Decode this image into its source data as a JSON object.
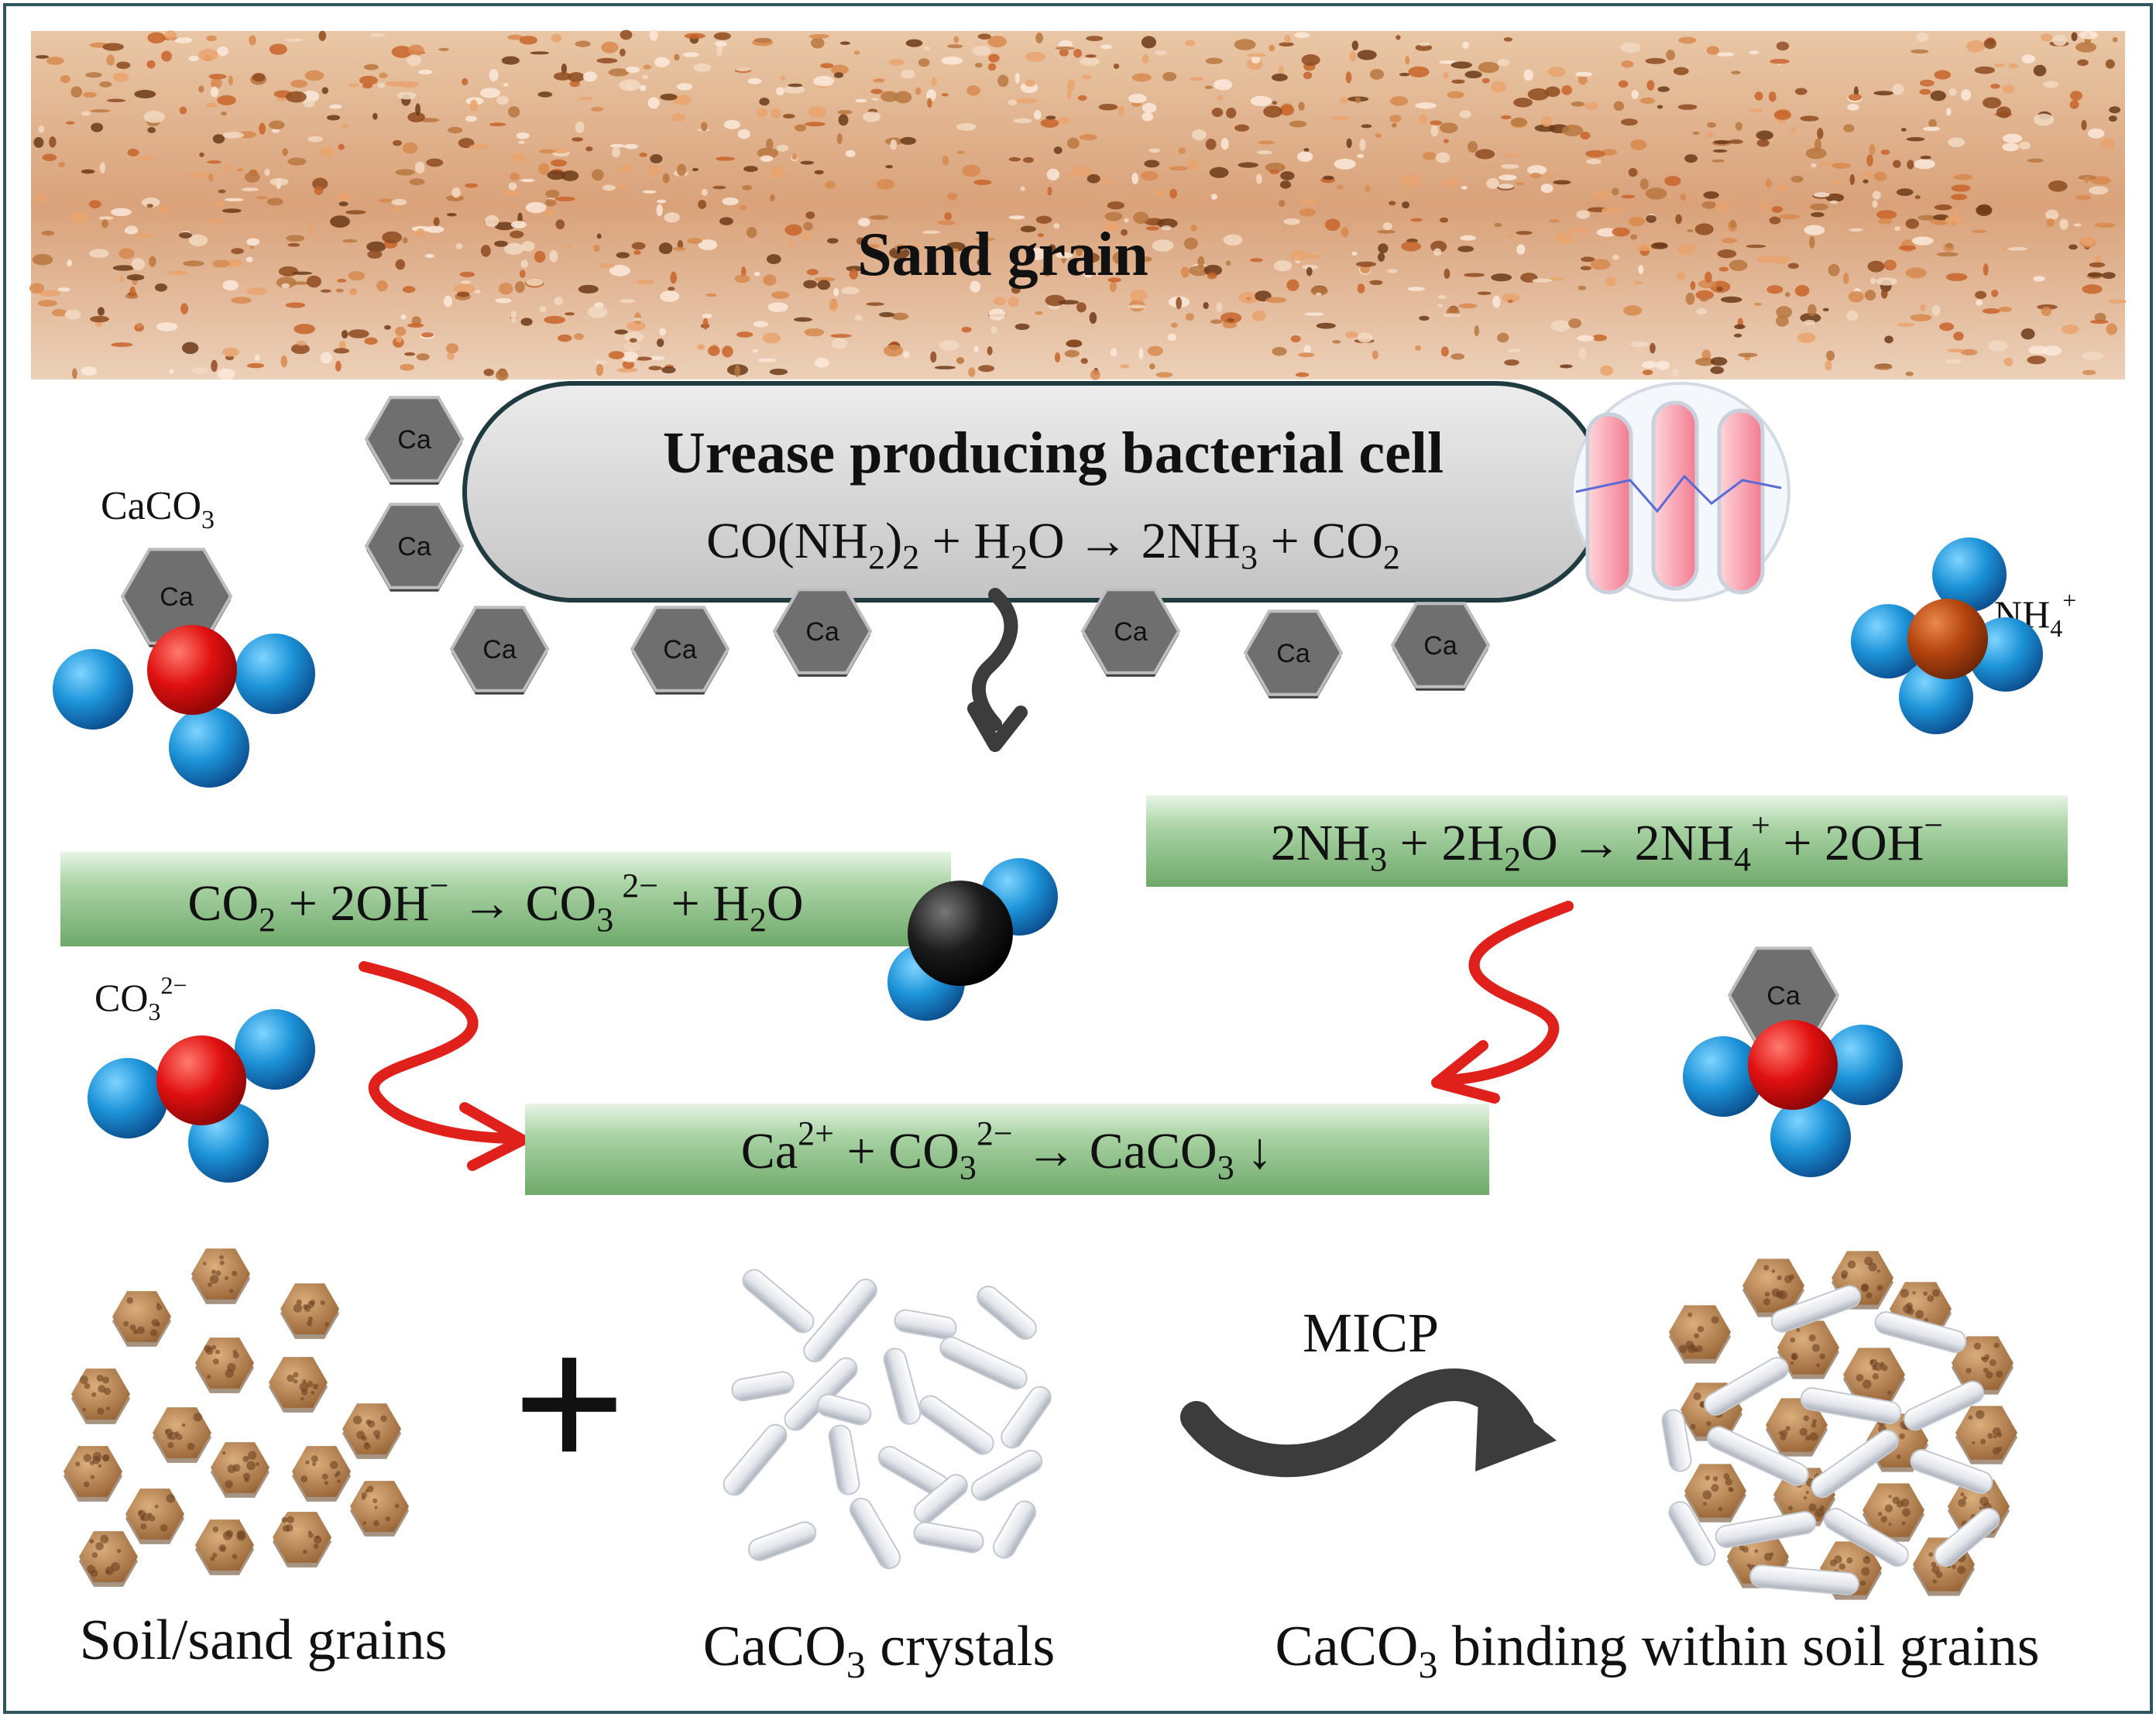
{
  "sand_label": "Sand grain",
  "cell": {
    "title": "Urease producing bacterial cell",
    "reaction": {
      "a": "CO(NH",
      "a_sub": "2",
      "b": ")",
      "b_sub": "2",
      "c": " + H",
      "c_sub": "2",
      "d": "O → 2NH",
      "d_sub": "3",
      "e": " + CO",
      "e_sub": "2"
    }
  },
  "ca_label": "Ca",
  "molecule_labels": {
    "caco3": {
      "main": "CaCO",
      "sub": "3"
    },
    "nh4": {
      "main": "NH",
      "sub": "4",
      "sup": "+"
    },
    "co3": {
      "main": "CO",
      "sub": "3",
      "sup": "2−"
    }
  },
  "equations": {
    "ammonia": {
      "a": "2NH",
      "a_sub": "3",
      "b": " + 2H",
      "b_sub": "2",
      "c": "O → 2NH",
      "c_sub": "4",
      "c_sup": "+",
      "d": " + 2OH",
      "d_sup": "−"
    },
    "carbonate": {
      "a": "CO",
      "a_sub": "2",
      "b": " + 2OH",
      "b_sup": "−",
      "c": " → CO",
      "c_sub": "3",
      "c_sup": " 2−",
      "d": " + H",
      "d_sub": "2",
      "e": "O"
    },
    "precipitation": {
      "a": "Ca",
      "a_sup": "2+",
      "b": " + CO",
      "b_sub": "3",
      "b_sup": "2−",
      "c": " → CaCO",
      "c_sub": "3",
      "d": "  ↓"
    }
  },
  "micp_label": "MICP",
  "plus_sign": "+",
  "bottom_captions": {
    "soil": "Soil/sand grains",
    "crystals": {
      "main": "CaCO",
      "sub": "3",
      "rest": " crystals"
    },
    "binding": {
      "main": "CaCO",
      "sub": "3",
      "rest": " binding within soil grains"
    }
  },
  "colors": {
    "frame": "#2e5560",
    "cell_fill": "#d4d4d4",
    "ca_hex": "#6f6f6f",
    "oxygen_red": "#e01010",
    "atom_blue": "#1a8fd6",
    "nitrogen_brown": "#b5440f",
    "carbon_black": "#1c1c1c",
    "equation_green": "#8fc08a",
    "red_arrow": "#e0211b",
    "dark_arrow": "#3c3c3c",
    "grain_brown": "#b8844f",
    "crystal_grey": "#dcdee2"
  }
}
